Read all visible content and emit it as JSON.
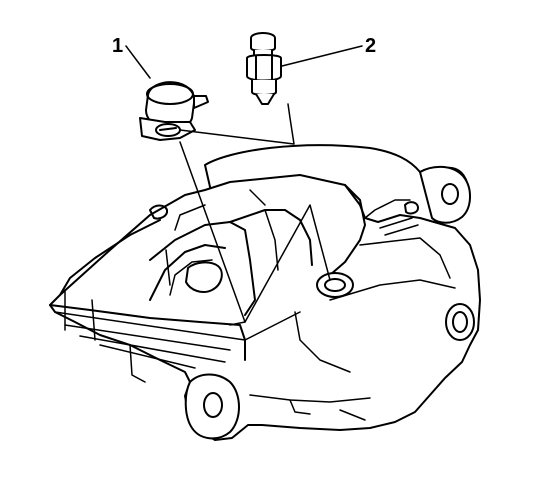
{
  "callouts": [
    {
      "label": "1",
      "part": "pad-wear-sensor-connector"
    },
    {
      "label": "2",
      "part": "bleeder-valve"
    }
  ],
  "colors": {
    "line": "#000000",
    "background": "#ffffff"
  }
}
